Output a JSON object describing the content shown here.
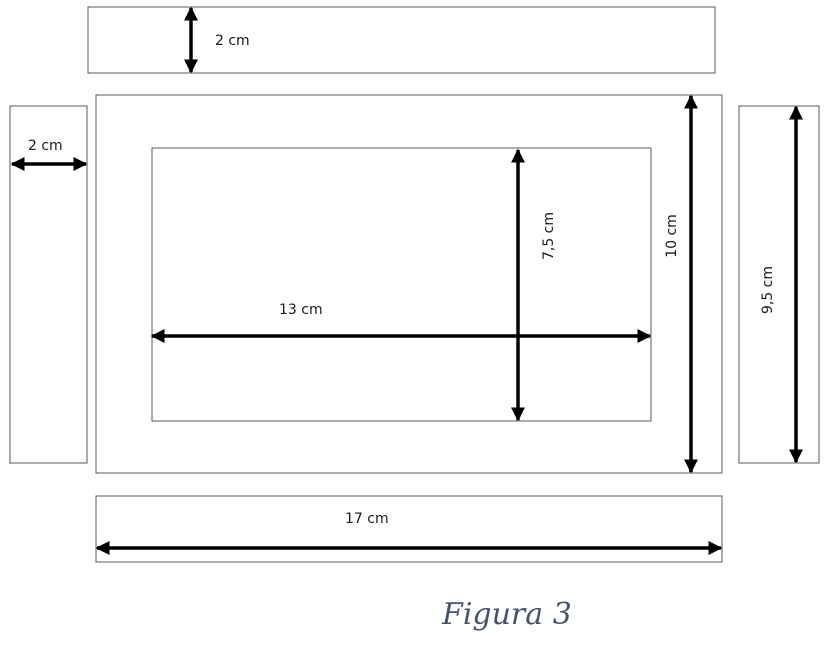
{
  "diagram": {
    "labels": {
      "top_strip_height": "2 cm",
      "left_strip_width": "2 cm",
      "inner_width": "13 cm",
      "inner_height": "7,5 cm",
      "outer_height": "10 cm",
      "right_strip_height": "9,5 cm",
      "bottom_strip_width": "17 cm"
    },
    "caption": "Figura 3"
  }
}
